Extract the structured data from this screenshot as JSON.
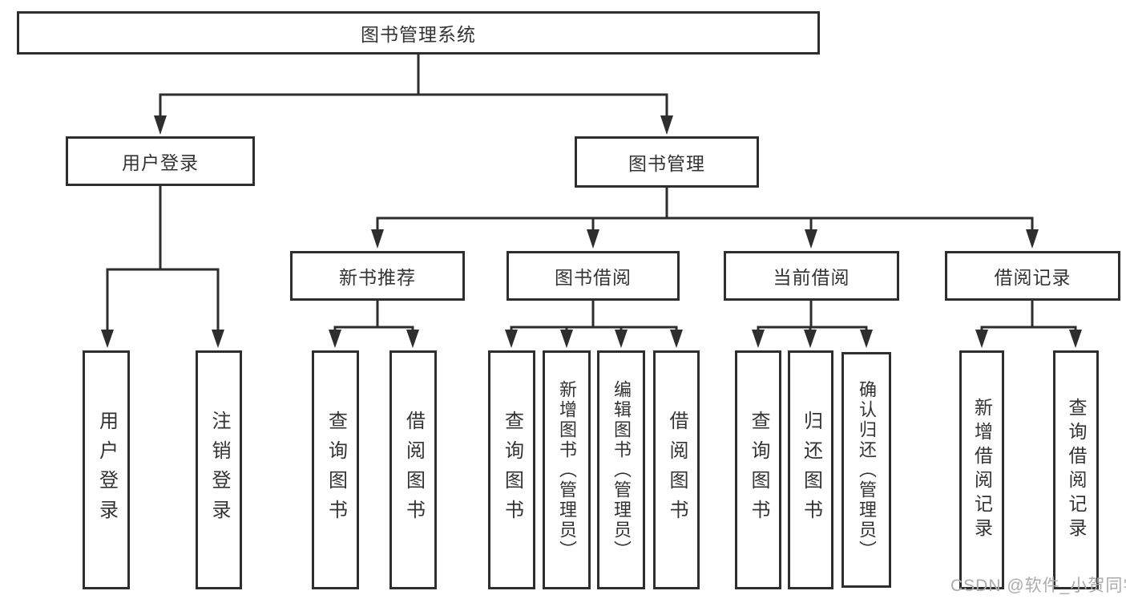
{
  "labels": {
    "root": "图书管理系统",
    "user_login": "用户登录",
    "book_mgmt": "图书管理",
    "new_book_rec": "新书推荐",
    "book_borrow": "图书借阅",
    "current_borrow": "当前借阅",
    "borrow_records": "借阅记录",
    "leaf_user_login": "用户登录",
    "leaf_logout": "注销登录",
    "nb_query_books": "查询图书",
    "nb_borrow_books": "借阅图书",
    "bb_query_books": "查询图书",
    "bb_add_books": "新增图书（管理员）",
    "bb_edit_books": "编辑图书（管理员）",
    "bb_borrow_books": "借阅图书",
    "cb_query_books": "查询图书",
    "cb_return_books": "归还图书",
    "cb_confirm_return": "确认归还（管理员）",
    "br_add_record": "新增借阅记录",
    "br_query_record": "查询借阅记录"
  },
  "watermark": "CSDN @软件_小贺同学",
  "hierarchy": {
    "图书管理系统": {
      "用户登录": [
        "用户登录",
        "注销登录"
      ],
      "图书管理": {
        "新书推荐": [
          "查询图书",
          "借阅图书"
        ],
        "图书借阅": [
          "查询图书",
          "新增图书（管理员）",
          "编辑图书（管理员）",
          "借阅图书"
        ],
        "当前借阅": [
          "查询图书",
          "归还图书",
          "确认归还（管理员）"
        ],
        "借阅记录": [
          "新增借阅记录",
          "查询借阅记录"
        ]
      }
    }
  },
  "colors": {
    "line": "#2e2e2e",
    "border": "#2e2e2e",
    "text": "#333333",
    "background": "#ffffff",
    "watermark": "#ababab"
  }
}
